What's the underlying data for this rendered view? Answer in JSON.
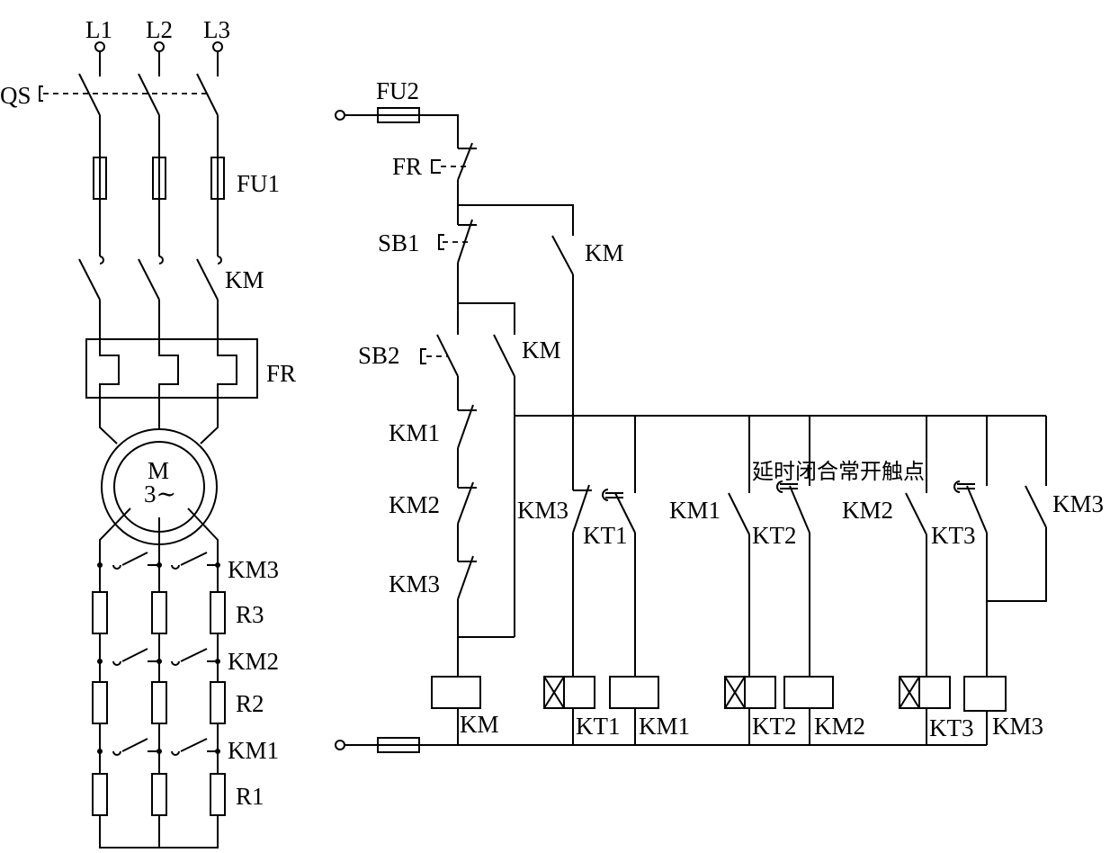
{
  "labels": {
    "L1": "L1",
    "L2": "L2",
    "L3": "L3",
    "QS": "QS",
    "FU1": "FU1",
    "KM_main": "KM",
    "FR_main": "FR",
    "motor_m": "M",
    "motor_3": "3∼",
    "KM3_left": "KM3",
    "R3": "R3",
    "KM2_left": "KM2",
    "R2": "R2",
    "KM1_left": "KM1",
    "R1": "R1",
    "FU2": "FU2",
    "FR_ctrl": "FR",
    "SB1": "SB1",
    "KM_hold": "KM",
    "SB2": "SB2",
    "KM_start": "KM",
    "KM1_nc": "KM1",
    "KM2_nc": "KM2",
    "KM3_nc": "KM3",
    "KM3_aux": "KM3",
    "KT1_contact": "KT1",
    "KM1_aux": "KM1",
    "KT2_contact": "KT2",
    "delay_note": "延时闭合常开触点",
    "KM2_aux": "KM2",
    "KT3_contact": "KT3",
    "KM3_hold": "KM3",
    "coil_KM": "KM",
    "coil_KT1": "KT1",
    "coil_KM1": "KM1",
    "coil_KT2": "KT2",
    "coil_KM2": "KM2",
    "coil_KT3": "KT3",
    "coil_KM3": "KM3"
  }
}
